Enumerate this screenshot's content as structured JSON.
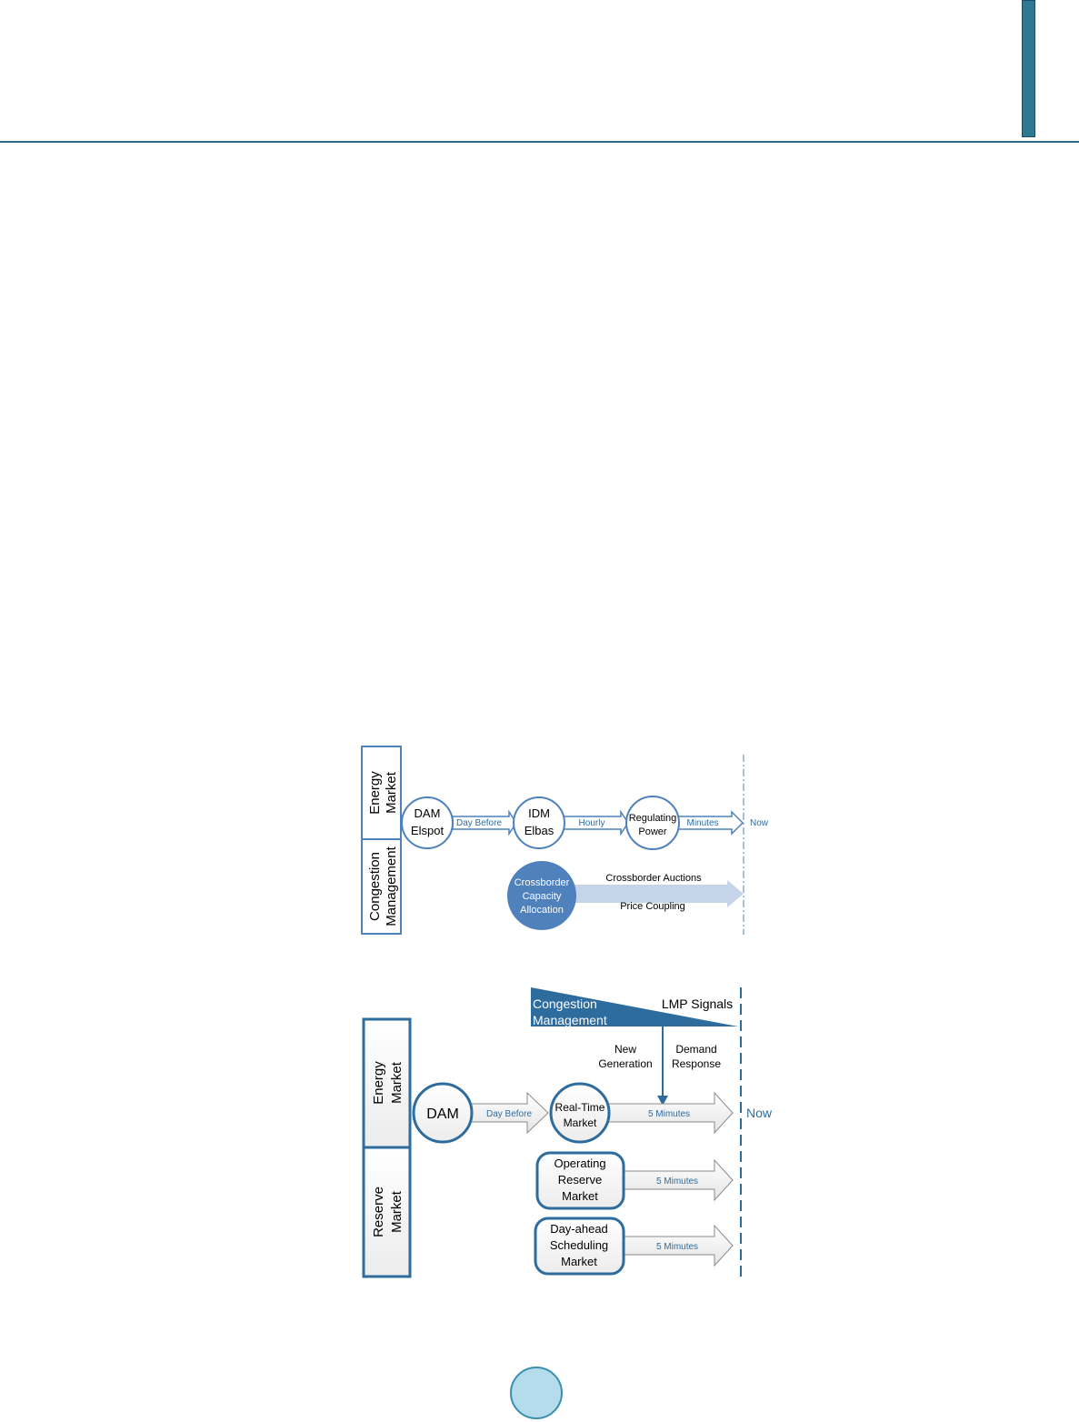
{
  "colors": {
    "accent": "#2e6c84",
    "diagram_blue": "#4f81bd",
    "node_fill_dark": "#4f81bd",
    "arrow_fill_light": "#c6d4ea",
    "page_badge": "#b4dcea"
  },
  "figure1": {
    "row_labels": {
      "energy_line1": "Energy",
      "energy_line2": "Market",
      "congestion_line1": "Congestion",
      "congestion_line2": "Management"
    },
    "nodes": {
      "dam_line1": "DAM",
      "dam_line2": "Elspot",
      "idm_line1": "IDM",
      "idm_line2": "Elbas",
      "regulating_line1": "Regulating",
      "regulating_line2": "Power",
      "crossborder_line1": "Crossborder",
      "crossborder_line2": "Capacity",
      "crossborder_line3": "Allocation"
    },
    "arrows": {
      "day_before": "Day Before",
      "hourly": "Hourly",
      "minutes": "Minutes",
      "now": "Now",
      "crossborder_auctions": "Crossborder Auctions",
      "price_coupling": "Price Coupling"
    }
  },
  "figure2": {
    "row_labels": {
      "energy_line1": "Energy",
      "energy_line2": "Market",
      "reserve_line1": "Reserve",
      "reserve_line2": "Market"
    },
    "congestion_wedge": {
      "line1": "Congestion",
      "line2": "Management",
      "signals": "LMP Signals"
    },
    "inputs": {
      "new_line1": "New",
      "new_line2": "Generation",
      "demand_line1": "Demand",
      "demand_line2": "Response"
    },
    "nodes": {
      "dam": "DAM",
      "rtm_line1": "Real-Time",
      "rtm_line2": "Market",
      "orm_line1": "Operating",
      "orm_line2": "Reserve",
      "orm_line3": "Market",
      "dasm_line1": "Day-ahead",
      "dasm_line2": "Scheduling",
      "dasm_line3": "Market"
    },
    "arrows": {
      "day_before": "Day Before",
      "five_minutes_rtm": "5 Mimutes",
      "five_minutes_orm": "5 Mimutes",
      "five_minutes_dasm": "5 Mimutes",
      "now": "Now"
    }
  }
}
